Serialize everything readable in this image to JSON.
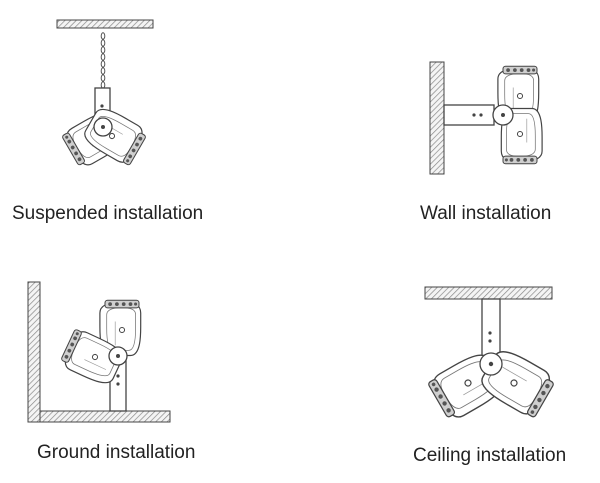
{
  "captions": {
    "suspended": "Suspended installation",
    "wall": "Wall installation",
    "ground": "Ground installation",
    "ceiling": "Ceiling installation"
  },
  "colors": {
    "line": "#444444",
    "hatch": "#888888",
    "text": "#222222"
  }
}
